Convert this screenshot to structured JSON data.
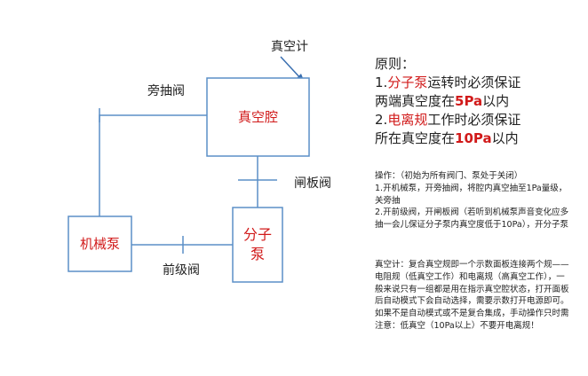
{
  "diagram": {
    "nodes": {
      "chamber": "真空腔",
      "mech_pump": "机械泵",
      "molecular_pump": "分子泵"
    },
    "labels": {
      "vacuum_gauge": "真空计",
      "bypass_valve": "旁抽阀",
      "gate_valve": "闸板阀",
      "foreline_valve": "前级阀"
    }
  },
  "principles": {
    "title": "原则：",
    "rule1_num": "1.",
    "rule1_a": "分子泵",
    "rule1_b": "运转时必须保证",
    "rule1_c": "两端真空度在",
    "rule1_d": "5Pa",
    "rule1_e": "以内",
    "rule2_num": "2.",
    "rule2_a": "电离规",
    "rule2_b": "工作时必须保证",
    "rule2_c": "所在真空度在",
    "rule2_d": "10Pa",
    "rule2_e": "以内"
  },
  "operation": {
    "heading": "操作：（初始为所有阀门、泵处于关闭）",
    "step1": "1.开机械泵，开旁抽阀，将腔内真空抽至1Pa量级，关旁抽",
    "step2": "2.开前级阀，开闸板阀（若听到机械泵声音变化应多抽一会儿保证分子泵内真空度低于10Pa），开分子泵"
  },
  "gauge_note": {
    "para1": "真空计：复合真空规即一个示数面板连接两个规——电阻规（低真空工作）和电离规（高真空工作），一般来说只有一组都是用在指示真空腔状态，打开面板后自动模式下会自动选择，需要示数打开电源即可。",
    "para2": "如果不是自动模式或不是复合集成，手动操作只时需注意：低真空（10Pa以上）不要开电离规！"
  }
}
